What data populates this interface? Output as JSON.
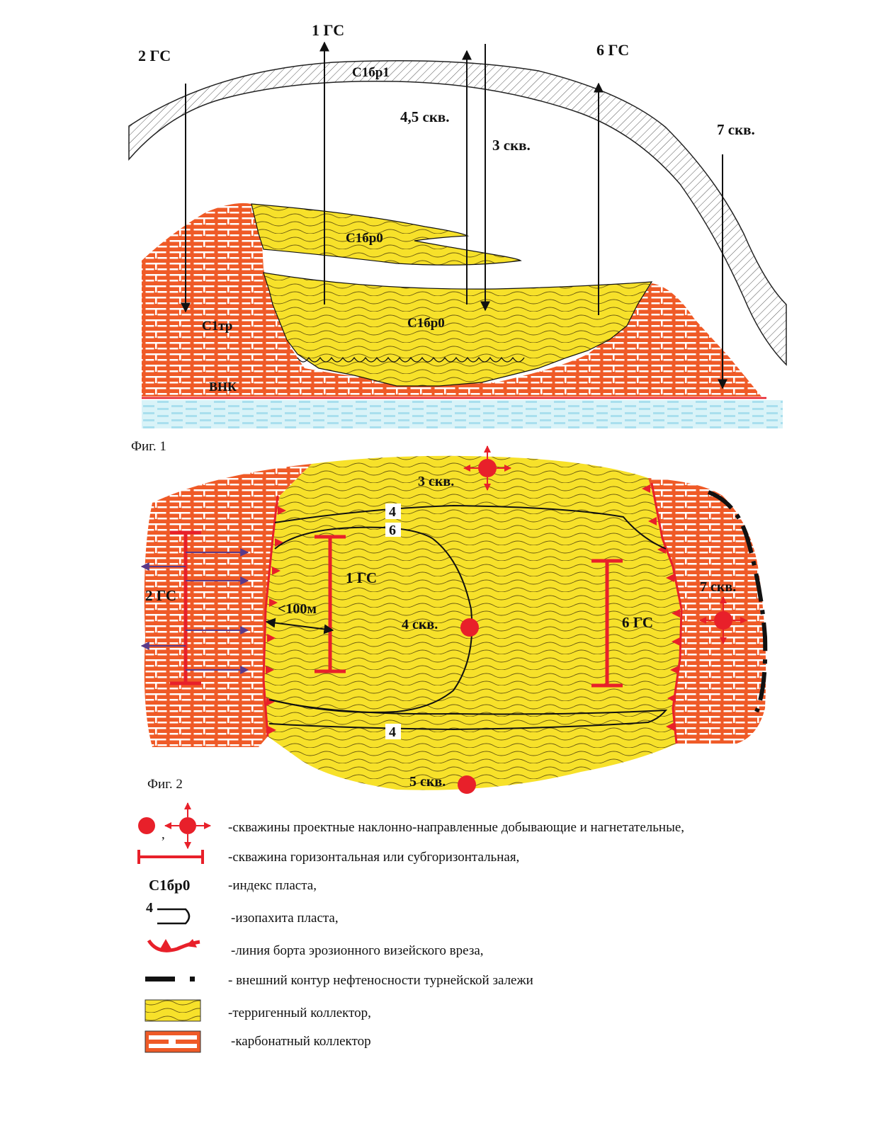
{
  "fig1": {
    "caption": "Фиг. 1",
    "wells": {
      "w2gs": "2 ГС",
      "w1gs": "1 ГС",
      "w45": "4,5 скв.",
      "w3": "3 скв.",
      "w6gs": "6 ГС",
      "w7": "7 скв."
    },
    "layers": {
      "top": "С1бр1",
      "upper_lens": "С1бр0",
      "main_lens": "С1бр0",
      "carbonate": "С1тр",
      "owc": "ВНК"
    }
  },
  "fig2": {
    "caption": "Фиг. 2",
    "wells": {
      "w3": "3 скв.",
      "w1gs": "1 ГС",
      "w2gs": "2 ГС",
      "w4": "4 скв.",
      "w6gs": "6 ГС",
      "w7": "7 скв.",
      "w5": "5 скв."
    },
    "isopachs": {
      "outer_top": "4",
      "inner": "6",
      "outer_bottom": "4"
    },
    "distance": "<100м"
  },
  "legend": [
    {
      "text": "-скважины проектные наклонно-направленные добывающие и нагнетательные,"
    },
    {
      "text": "-скважина   горизонтальная или субгоризонтальная,"
    },
    {
      "symbol_text": "С1бр0",
      "text": "-индекс пласта,"
    },
    {
      "symbol_text": "4",
      "text": "-изопахита пласта,"
    },
    {
      "text": "-линия   борта эрозионного визейского вреза,"
    },
    {
      "text": "- внешний контур нефтеносности турнейской залежи"
    },
    {
      "text": "-терригенный коллектор,"
    },
    {
      "text": "-карбонатный коллектор"
    }
  ],
  "legend_comma": ",",
  "colors": {
    "brick": "#ef5a27",
    "sand": "#f7e12a",
    "well_red": "#e8202a",
    "water": "#bfe8f2",
    "owc_line": "#e8202a",
    "arrow_purple": "#5a3a8a"
  }
}
